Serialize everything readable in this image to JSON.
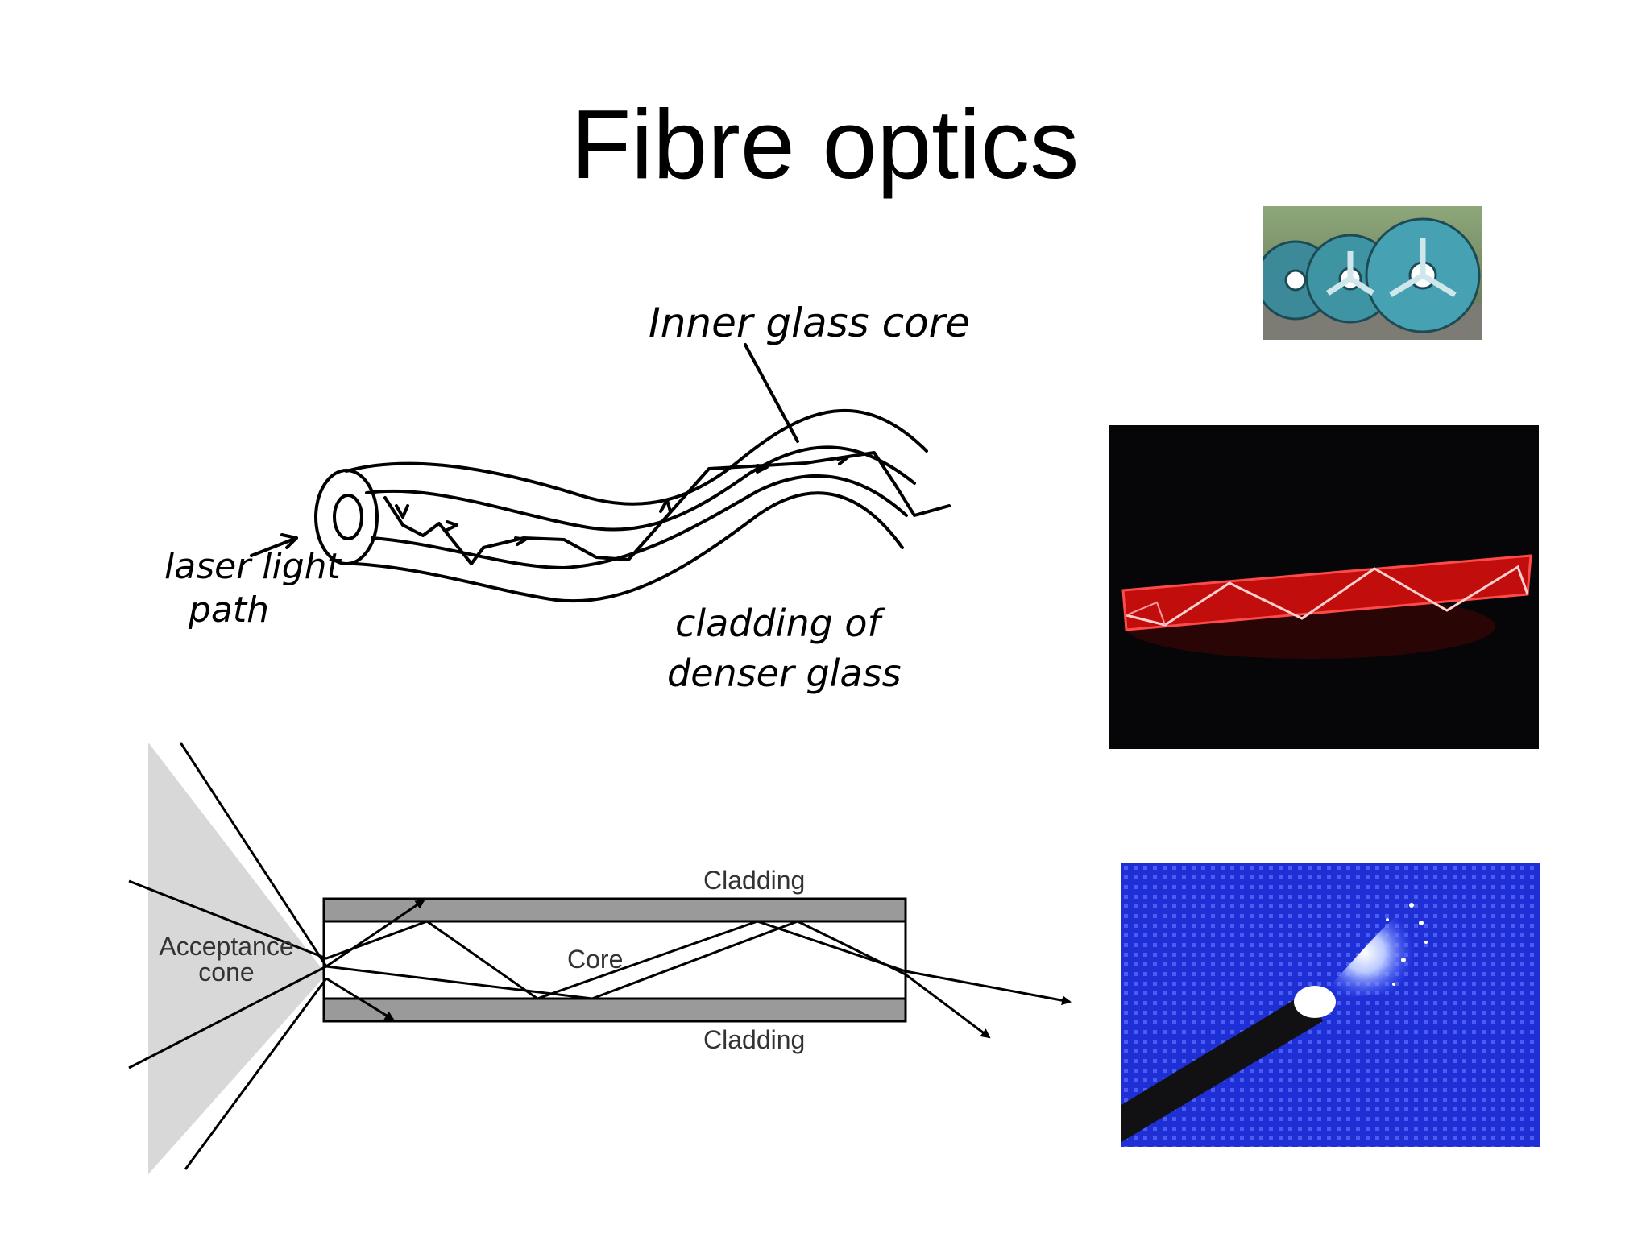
{
  "slide": {
    "title": "Fibre optics"
  },
  "sketch": {
    "label_core": "Inner glass core",
    "label_path_line1": "laser light",
    "label_path_line2": "path",
    "label_cladding_line1": "cladding of",
    "label_cladding_line2": "denser glass"
  },
  "schematic": {
    "cladding_top": "Cladding",
    "core": "Core",
    "cladding_bottom": "Cladding",
    "cone_line1": "Acceptance",
    "cone_line2": "cone"
  },
  "photos": [
    {
      "subject": "cable-reels-photo"
    },
    {
      "subject": "red-laser-in-rod-photo"
    },
    {
      "subject": "fibre-bundle-photo"
    }
  ],
  "colors": {
    "cone_fill": "#d8d8d8",
    "cladding_fill": "#9a9a9a",
    "laser_red": "#ff1a1a",
    "fibre_blue": "#1f2fd6"
  }
}
